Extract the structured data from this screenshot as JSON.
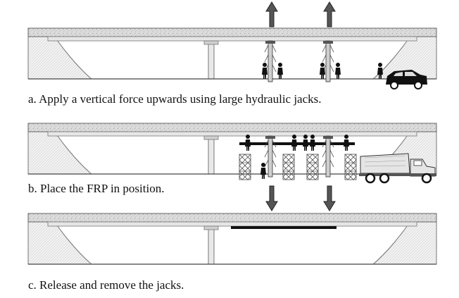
{
  "steps": [
    {
      "caption": "a. Apply a vertical force upwards using large hydraulic jacks."
    },
    {
      "caption": "b. Place the FRP in position."
    },
    {
      "caption": "c. Release and remove the jacks."
    }
  ],
  "colors": {
    "deck": "#d9d9d9",
    "abutment": "#efefef",
    "structure": "#777777",
    "figure": "#111111",
    "frp": "#111111"
  },
  "icons": [
    "up-arrow-icon",
    "down-arrow-icon",
    "person-icon",
    "car-icon",
    "truck-icon",
    "shoring-tower-icon",
    "hydraulic-jack-icon"
  ]
}
